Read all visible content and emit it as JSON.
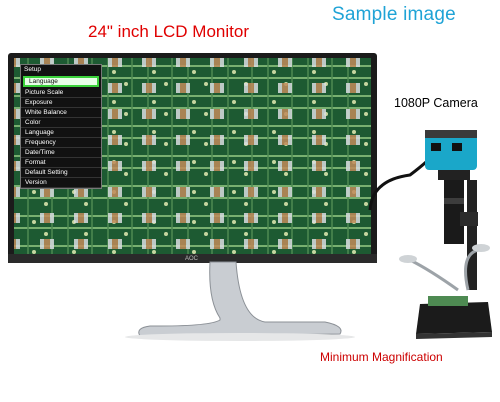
{
  "headline": "24\" inch LCD Monitor",
  "sample_label": "Sample image",
  "camera_label": "1080P Camera",
  "magnification_label": "Minimum Magnification",
  "monitor_brand": "AOC",
  "osd_menu": {
    "title": "Setup",
    "items": [
      "Language",
      "Picture Scale",
      "Exposure",
      "White Balance",
      "Color",
      "Language",
      "Frequency",
      "Date/Time",
      "Format",
      "Default Setting",
      "Version"
    ]
  },
  "colors": {
    "headline": "#e00000",
    "sample": "#1fa3d6",
    "camera_body": "#1aa7c9",
    "pcb": "#1d5a32"
  }
}
